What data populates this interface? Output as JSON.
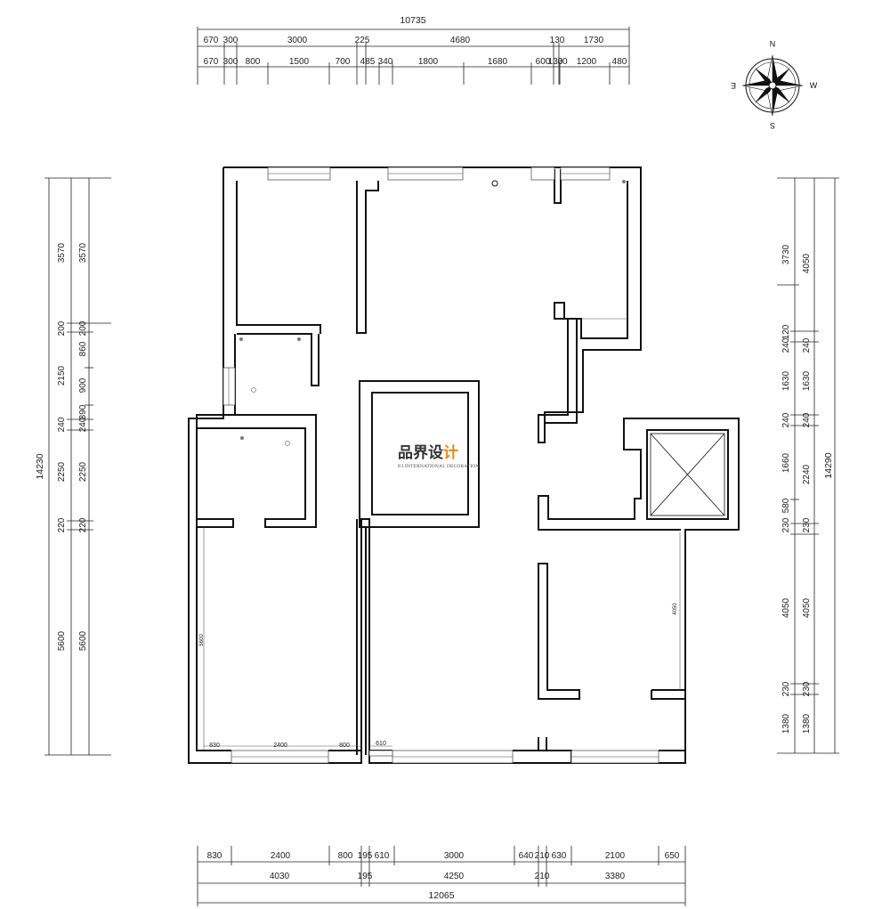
{
  "brand": {
    "name_cn": "品界设",
    "name_cn_accent": "计",
    "name_en": "P.J.INTERNATIONAL DECORATION",
    "accent_color": "#e8891a"
  },
  "compass": {
    "n": "N",
    "s": "S",
    "e": "E",
    "w": "W"
  },
  "dims": {
    "top_total": "10735",
    "top_row1": [
      "670",
      "300",
      "3000",
      "225",
      "4680",
      "130",
      "1730"
    ],
    "top_row2": [
      "670",
      "300",
      "800",
      "1500",
      "700",
      "485",
      "340",
      "1800",
      "1680",
      "600",
      "130",
      "30",
      "1200",
      "480"
    ],
    "left_total": "14230",
    "left_outer": [
      "3570",
      "200",
      "2150",
      "240",
      "2250",
      "220",
      "5600"
    ],
    "left_inner": [
      "3570",
      "200",
      "860",
      "900",
      "390",
      "240",
      "2250",
      "220",
      "5600"
    ],
    "right_total": "14290",
    "right_inner": [
      "3730",
      "240",
      "120",
      "1630",
      "240",
      "1660",
      "580",
      "230",
      "4050",
      "230",
      "1380"
    ],
    "right_outer": [
      "4050",
      "240",
      "1630",
      "240",
      "2240",
      "230",
      "4050",
      "230",
      "1380"
    ],
    "bottom_row1": [
      "830",
      "2400",
      "800",
      "195",
      "610",
      "3000",
      "640",
      "210",
      "630",
      "2100",
      "650"
    ],
    "bottom_row2": [
      "4030",
      "195",
      "4250",
      "210",
      "3380"
    ],
    "bottom_total": "12065"
  },
  "interior_labels": {
    "left_room_height": "5600",
    "right_room_height": "4050",
    "sill_830": "830",
    "sill_2400": "2400",
    "sill_800": "800",
    "sill_610": "610"
  }
}
